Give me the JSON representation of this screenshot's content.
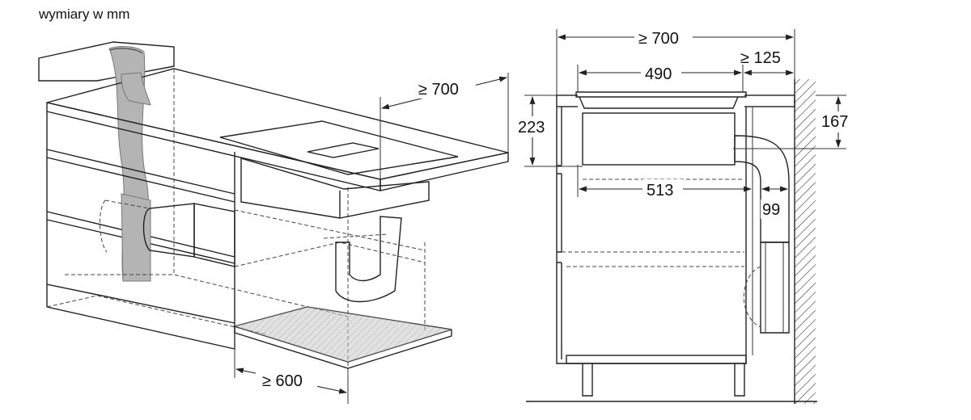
{
  "caption": "wymiary w mm",
  "left_view": {
    "depth_label": "≥ 700",
    "width_label": "≥ 600"
  },
  "right_view": {
    "overall_depth_label": "≥ 700",
    "hob_width_label": "490",
    "rear_gap_label": "≥ 125",
    "height_label": "223",
    "duct_height_label": "167",
    "unit_depth_label": "513",
    "duct_width_label": "99"
  }
}
